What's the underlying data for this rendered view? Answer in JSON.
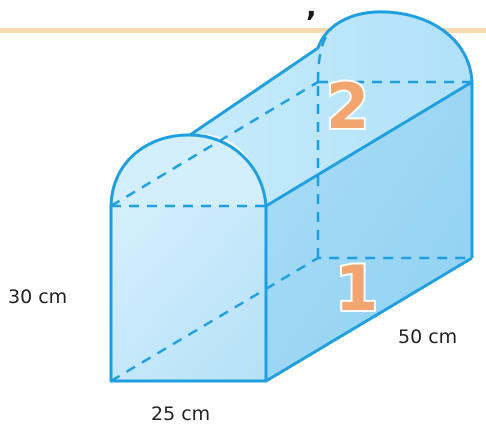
{
  "figure": {
    "header_text": ", ",
    "labels": {
      "height": "30 cm",
      "width": "25 cm",
      "length": "50 cm"
    },
    "regions": {
      "lower_prism": "1",
      "upper_half_cylinder": "2"
    },
    "colors": {
      "edge": "#1f9fe0",
      "solid_fill": "#bfe6fb",
      "region_number": "#f2a56f",
      "header_rule": "#f6d9b0"
    }
  }
}
